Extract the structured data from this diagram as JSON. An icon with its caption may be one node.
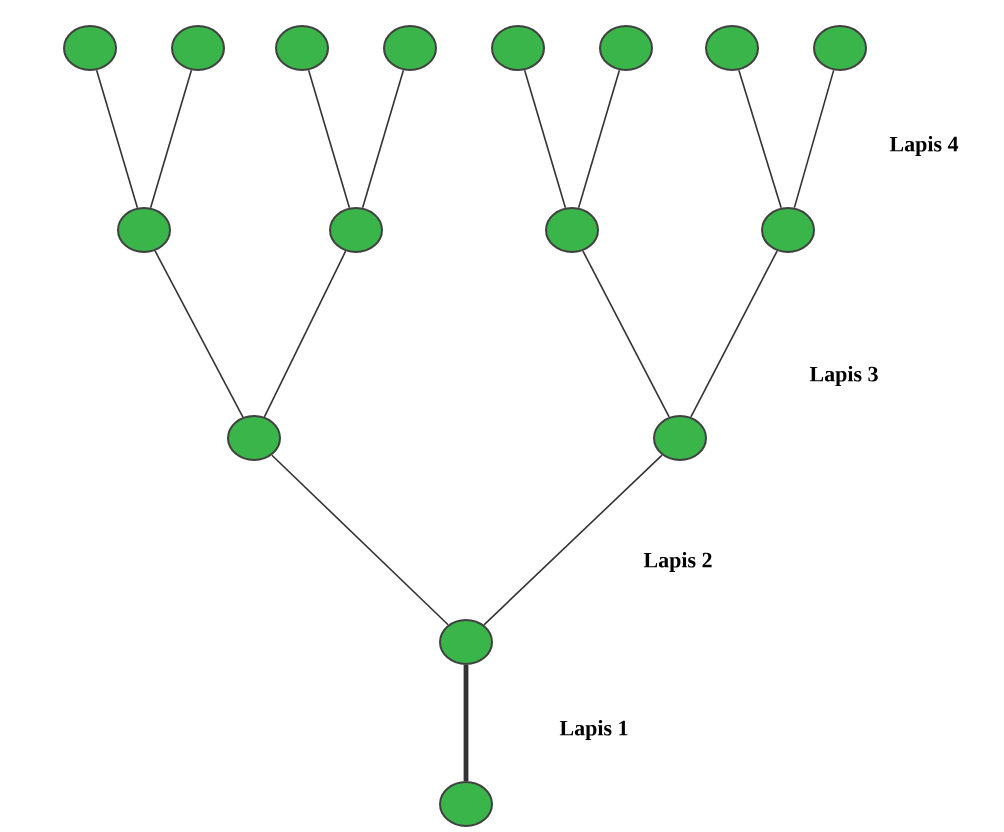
{
  "diagram": {
    "nodes": [
      {
        "text": [],
        "shape": "circle"
      },
      {
        "text": [],
        "shape": "circle"
      },
      {
        "text": [],
        "shape": "circle"
      },
      {
        "text": [],
        "shape": "circle"
      },
      {
        "text": [],
        "shape": "circle"
      },
      {
        "text": [],
        "shape": "circle"
      },
      {
        "text": [],
        "shape": "circle"
      },
      {
        "text": [],
        "shape": "circle"
      },
      {
        "text": [],
        "shape": "circle"
      },
      {
        "text": [],
        "shape": "circle"
      },
      {
        "text": [],
        "shape": "circle"
      },
      {
        "text": [],
        "shape": "circle"
      },
      {
        "text": [],
        "shape": "circle"
      },
      {
        "text": [],
        "shape": "circle"
      },
      {
        "text": [],
        "shape": "circle"
      },
      {
        "text": [],
        "shape": "circle"
      }
    ],
    "edges": [
      {
        "from": 8,
        "to": 0,
        "arrow": "none"
      },
      {
        "from": 8,
        "to": 1,
        "arrow": "none"
      },
      {
        "from": 9,
        "to": 2,
        "arrow": "none"
      },
      {
        "from": 9,
        "to": 3,
        "arrow": "none"
      },
      {
        "from": 10,
        "to": 4,
        "arrow": "none"
      },
      {
        "from": 10,
        "to": 5,
        "arrow": "none"
      },
      {
        "from": 11,
        "to": 6,
        "arrow": "none"
      },
      {
        "from": 11,
        "to": 7,
        "arrow": "none"
      },
      {
        "from": 12,
        "to": 8,
        "arrow": "none"
      },
      {
        "from": 12,
        "to": 9,
        "arrow": "none"
      },
      {
        "from": 13,
        "to": 10,
        "arrow": "none"
      },
      {
        "from": 13,
        "to": 11,
        "arrow": "none"
      },
      {
        "from": 14,
        "to": 12,
        "arrow": "none"
      },
      {
        "from": 14,
        "to": 13,
        "arrow": "none"
      },
      {
        "from": 15,
        "to": 14,
        "arrow": "none",
        "style": "thick"
      }
    ],
    "labels": [
      "Lapis 4",
      "Lapis 3",
      "Lapis 2",
      "Lapis 1"
    ]
  }
}
